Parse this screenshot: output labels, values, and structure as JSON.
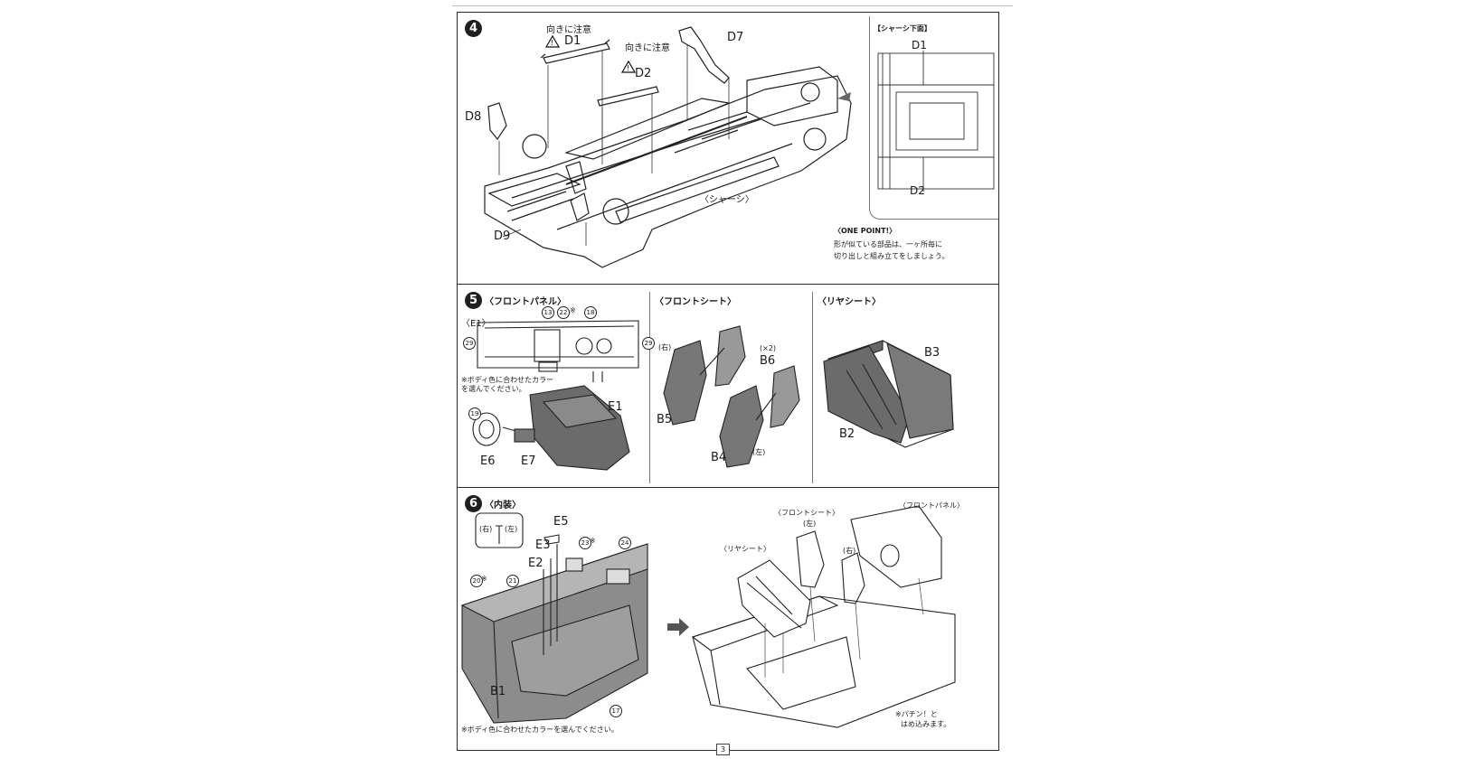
{
  "step4": {
    "number": "4",
    "caution1": "向きに注意",
    "caution2": "向きに注意",
    "parts": {
      "d1": "D1",
      "d2": "D2",
      "d7": "D7",
      "d8": "D8",
      "d9": "D9"
    },
    "chassis_label": "〈シャーシ〉",
    "inset_title": "【シャーシ下面】",
    "inset_d1": "D1",
    "inset_d2": "D2",
    "one_point_title": "〈ONE POINT!〉",
    "one_point_line1": "形が似ている部品は、一ヶ所毎に",
    "one_point_line2": "切り出しと組み立てをしましょう。"
  },
  "step5": {
    "number": "5",
    "front_panel_title": "〈フロントパネル〉",
    "front_seat_title": "〈フロントシート〉",
    "rear_seat_title": "〈リヤシート〉",
    "e1_bracket": "〈E1〉",
    "paint_note_line1": "※ボディ色に合わせたカラー",
    "paint_note_line2": "を選んでください。",
    "parts": {
      "e1": "E1",
      "e6": "E6",
      "e7": "E7",
      "b2": "B2",
      "b3": "B3",
      "b4": "B4",
      "b5": "B5",
      "b6": "B6"
    },
    "right_label": "(右)",
    "left_label": "(左)",
    "times_two": "(×2)",
    "color_codes": {
      "c13": "13",
      "c22": "22",
      "c18": "18",
      "c29a": "29",
      "c29b": "29",
      "c19": "19"
    },
    "asterisk": "※"
  },
  "step6": {
    "number": "6",
    "interior_title": "〈内装〉",
    "parts": {
      "e2": "E2",
      "e3": "E3",
      "e5": "E5",
      "b1": "B1"
    },
    "small_right": "(右)",
    "small_left": "(左)",
    "color_codes": {
      "c23": "23",
      "c24": "24",
      "c20": "20",
      "c21": "21",
      "c17": "17"
    },
    "asterisk": "※",
    "paint_note": "※ボディ色に合わせたカラーを選んでください。",
    "rear_seat_label": "〈リヤシート〉",
    "front_seat_label": "〈フロントシート〉",
    "front_panel_label": "〈フロントパネル〉",
    "left_label": "(左)",
    "right_label": "(右)",
    "snap_line1": "※パチン！と",
    "snap_line2": "はめ込みます。"
  },
  "page_number": "3"
}
